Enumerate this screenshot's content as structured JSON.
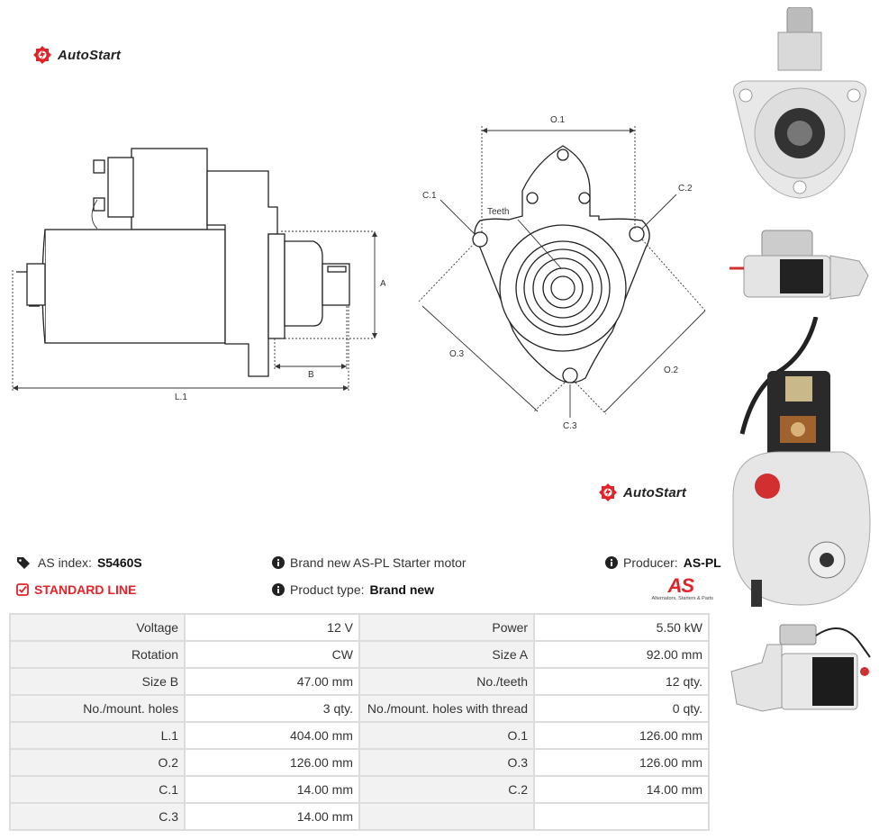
{
  "brand": {
    "name": "AutoStart",
    "accent": "#e2232a"
  },
  "drawing_labels": {
    "o1": "O.1",
    "o2": "O.2",
    "o3": "O.3",
    "c1": "C.1",
    "c2": "C.2",
    "c3": "C.3",
    "teeth": "Teeth",
    "a": "A",
    "b": "B",
    "l1": "L.1"
  },
  "info": {
    "as_index_label": "AS index:",
    "as_index_value": "S5460S",
    "standard_line": "STANDARD LINE",
    "description": "Brand new AS-PL Starter motor",
    "product_type_label": "Product type:",
    "product_type_value": "Brand new",
    "producer_label": "Producer:",
    "producer_value": "AS-PL",
    "producer_logo_text": "AS",
    "producer_tagline": "Alternators, Starters & Parts"
  },
  "specs": [
    [
      "Voltage",
      "12 V",
      "Power",
      "5.50 kW"
    ],
    [
      "Rotation",
      "CW",
      "Size A",
      "92.00 mm"
    ],
    [
      "Size B",
      "47.00 mm",
      "No./teeth",
      "12 qty."
    ],
    [
      "No./mount. holes",
      "3 qty.",
      "No./mount. holes with thread",
      "0 qty."
    ],
    [
      "L.1",
      "404.00 mm",
      "O.1",
      "126.00 mm"
    ],
    [
      "O.2",
      "126.00 mm",
      "O.3",
      "126.00 mm"
    ],
    [
      "C.1",
      "14.00 mm",
      "C.2",
      "14.00 mm"
    ],
    [
      "C.3",
      "14.00 mm",
      "",
      ""
    ]
  ]
}
